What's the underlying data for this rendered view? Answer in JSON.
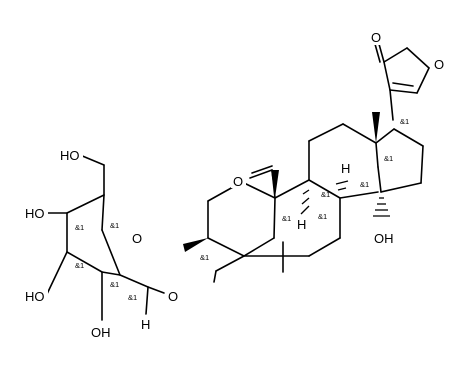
{
  "atoms": {
    "carbonyl_o": "O",
    "ring_o": "O",
    "aldehyde_o": "O",
    "oh_14": "OH",
    "h_8": "H",
    "h_9": "H",
    "glycosidic_o": "O",
    "sugar_ring_o": "O",
    "ho_6": "HO",
    "ho_4": "HO",
    "ho_3": "HO",
    "oh_2": "OH",
    "h_anomeric": "H"
  },
  "stereo_label": "&1"
}
